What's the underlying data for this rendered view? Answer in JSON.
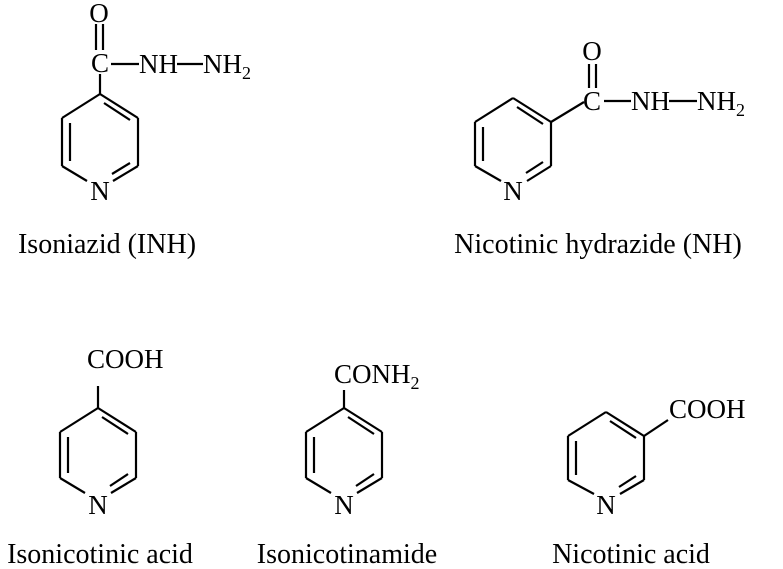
{
  "compounds": [
    {
      "name": "Isoniazid (INH)",
      "ring_n": "N",
      "carbonyl_o": "O",
      "carbon": "C",
      "nh": "NH",
      "nh2_main": "NH",
      "nh2_sub": "2"
    },
    {
      "name": "Nicotinic hydrazide (NH)",
      "ring_n": "N",
      "carbonyl_o": "O",
      "carbon": "C",
      "nh": "NH",
      "nh2_main": "NH",
      "nh2_sub": "2"
    },
    {
      "name": "Isonicotinic acid",
      "ring_n": "N",
      "group": "COOH"
    },
    {
      "name": "Isonicotinamide",
      "ring_n": "N",
      "group_main": "CONH",
      "group_sub": "2"
    },
    {
      "name": "Nicotinic acid",
      "ring_n": "N",
      "group": "COOH"
    }
  ]
}
